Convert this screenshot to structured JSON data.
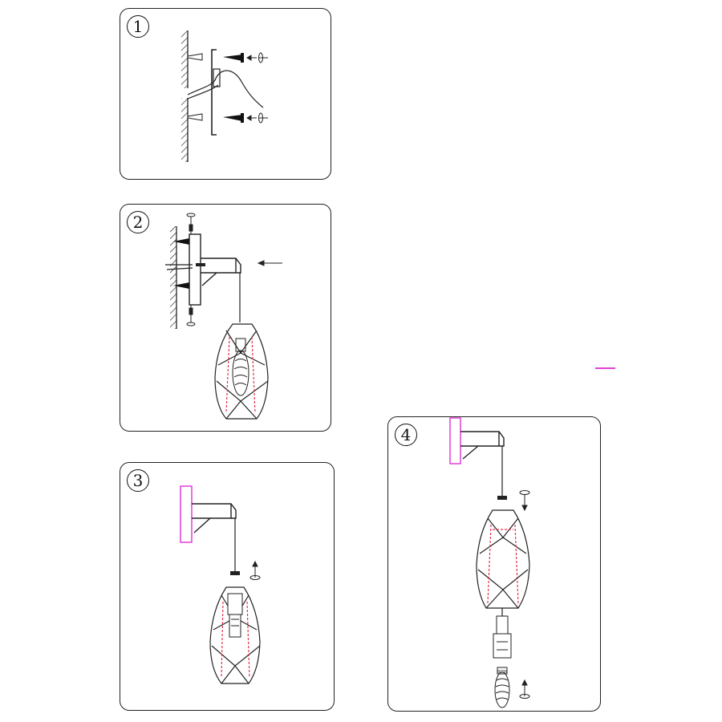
{
  "steps": [
    {
      "number": "1"
    },
    {
      "number": "2"
    },
    {
      "number": "3"
    },
    {
      "number": "4"
    }
  ],
  "colors": {
    "line": "#222222",
    "dashed": "#e0314b",
    "highlight": "#e23fd9"
  },
  "icons": [
    "screw-icon",
    "rotate-arrow-icon",
    "wall-hatch",
    "bracket",
    "pendant-shade",
    "light-bulb-icon",
    "socket-icon"
  ]
}
